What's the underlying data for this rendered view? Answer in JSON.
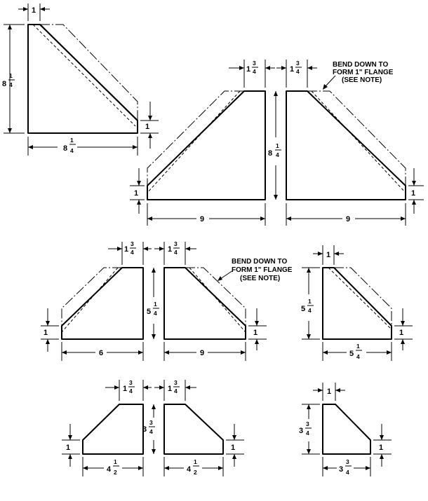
{
  "background": "#ffffff",
  "ink": "#000000",
  "notes": {
    "bend_down_line1": "BEND DOWN TO",
    "bend_down_line2": "FORM 1\" FLANGE",
    "see_note": "(SEE NOTE)"
  },
  "dimensions": {
    "one": "1",
    "six": "6",
    "nine": "9",
    "eight": "8",
    "five": "5",
    "four": "4",
    "three": "3",
    "frac_one": "1",
    "frac_three": "3",
    "denom_two": "2",
    "denom_four": "4"
  }
}
